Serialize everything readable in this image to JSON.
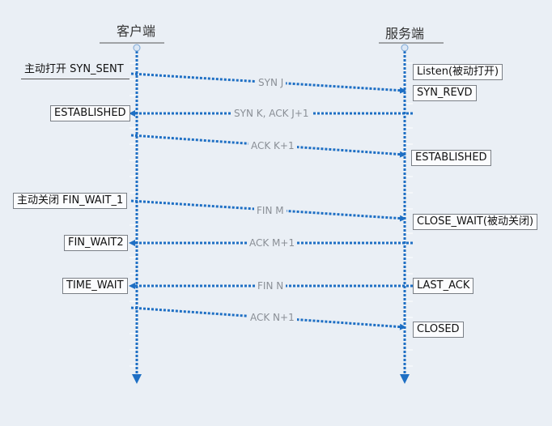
{
  "diagram": {
    "client": {
      "title": "客户端"
    },
    "server": {
      "title": "服务端"
    },
    "client_states": {
      "active_open": "主动打开 SYN_SENT",
      "established": "ESTABLISHED",
      "active_close": "主动关闭 FIN_WAIT_1",
      "fin_wait2": "FIN_WAIT2",
      "time_wait": "TIME_WAIT"
    },
    "server_states": {
      "listen": "Listen(被动打开)",
      "syn_revd": "SYN_REVD",
      "established": "ESTABLISHED",
      "close_wait": "CLOSE_WAIT(被动关闭)",
      "last_ack": "LAST_ACK",
      "closed": "CLOSED"
    },
    "messages": [
      {
        "label": "SYN J",
        "direction": "client-to-server"
      },
      {
        "label": "SYN K, ACK J+1",
        "direction": "server-to-client"
      },
      {
        "label": "ACK K+1",
        "direction": "client-to-server"
      },
      {
        "label": "FIN M",
        "direction": "client-to-server"
      },
      {
        "label": "ACK M+1",
        "direction": "server-to-client"
      },
      {
        "label": "FIN N",
        "direction": "server-to-client"
      },
      {
        "label": "ACK N+1",
        "direction": "client-to-server"
      }
    ],
    "colors": {
      "line": "#1e6fc4",
      "tick": "#ffffff",
      "background": "#eaeff5",
      "label": "#8a8f96"
    }
  }
}
